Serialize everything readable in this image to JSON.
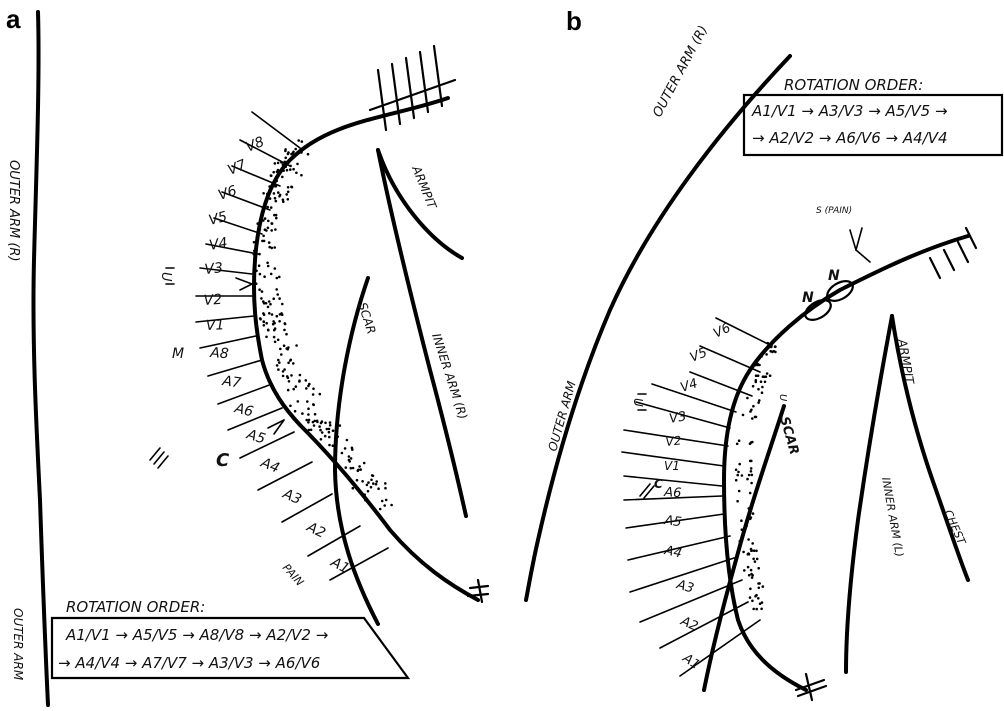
{
  "panel_a": {
    "letter": "a",
    "outer_arm_top": "OUTER ARM (R)",
    "outer_arm_bottom": "OUTER ARM",
    "armpit": "ARMPIT",
    "scar": "SCAR",
    "inner_arm": "INNER ARM (R)",
    "vein_labels": [
      "V8",
      "V7",
      "V6",
      "V5",
      "V4",
      "V3",
      "V2",
      "V1"
    ],
    "artery_labels": [
      "A8",
      "A7",
      "A6",
      "A5",
      "A4",
      "A3",
      "A2",
      "A1"
    ],
    "marker_u": "U",
    "marker_m": "M",
    "marker_c": "C",
    "marker_pain": "PAIN",
    "rotation_title": "ROTATION ORDER:",
    "rotation_line1": "A1/V1 → A5/V5 → A8/V8 → A2/V2 →",
    "rotation_line2": "→ A4/V4 → A7/V7 → A3/V3 → A6/V6"
  },
  "panel_b": {
    "letter": "b",
    "outer_arm_top": "OUTER ARM (R)",
    "outer_arm_bottom": "OUTER ARM",
    "armpit": "ARMPIT",
    "scar": "SCAR",
    "inner_arm": "INNER ARM (L)",
    "chest": "CHEST",
    "vein_labels": [
      "V6",
      "V5",
      "V4",
      "V3",
      "V2",
      "V1"
    ],
    "artery_labels": [
      "A6",
      "A5",
      "A4",
      "A3",
      "A2",
      "A1"
    ],
    "marker_u": "U",
    "marker_c": "C",
    "node_label": "N",
    "pain_label": "S (PAIN)",
    "rotation_title": "ROTATION ORDER:",
    "rotation_line1": "A1/V1 → A3/V3 → A5/V5 →",
    "rotation_line2": "→ A2/V2 → A6/V6 → A4/V4"
  }
}
